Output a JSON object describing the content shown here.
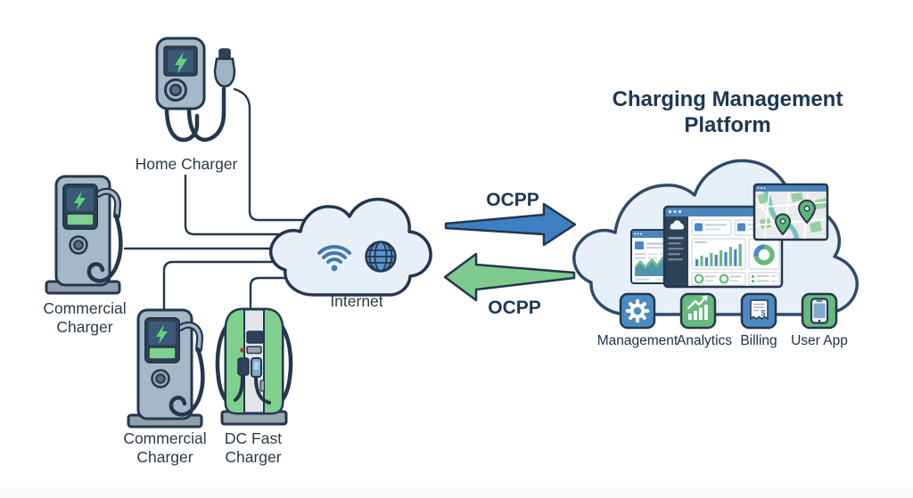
{
  "diagram": {
    "labels": {
      "home_charger": "Home Charger",
      "commercial_charger_1_line1": "Commercial",
      "commercial_charger_1_line2": "Charger",
      "commercial_charger_2_line1": "Commercial",
      "commercial_charger_2_line2": "Charger",
      "dc_fast_line1": "DC Fast",
      "dc_fast_line2": "Charger",
      "internet": "Internet",
      "ocpp_to_platform": "OCPP",
      "ocpp_to_chargers": "OCPP",
      "platform_title_line1": "Charging Management",
      "platform_title_line2": "Platform"
    },
    "services": [
      {
        "label": "Management",
        "icon": "gear-icon",
        "color": "#4b8ac2"
      },
      {
        "label": "Analytics",
        "icon": "bar-chart-icon",
        "color": "#67b97e"
      },
      {
        "label": "Billing",
        "icon": "receipt-icon",
        "color": "#4b8ac2"
      },
      {
        "label": "User App",
        "icon": "smartphone-icon",
        "color": "#67b97e"
      }
    ],
    "billing_currency_symbol": "$",
    "colors": {
      "outline_navy": "#24374e",
      "cloud_fill": "#e7f0f8",
      "arrow_blue": "#3d7fc1",
      "arrow_green": "#7ecb8f",
      "accent_blue": "#4a86c8",
      "accent_green": "#67b97e",
      "charger_body": "#a5b8c6",
      "screen_navy": "#2e4257",
      "bolt_green": "#5fd07f"
    }
  }
}
